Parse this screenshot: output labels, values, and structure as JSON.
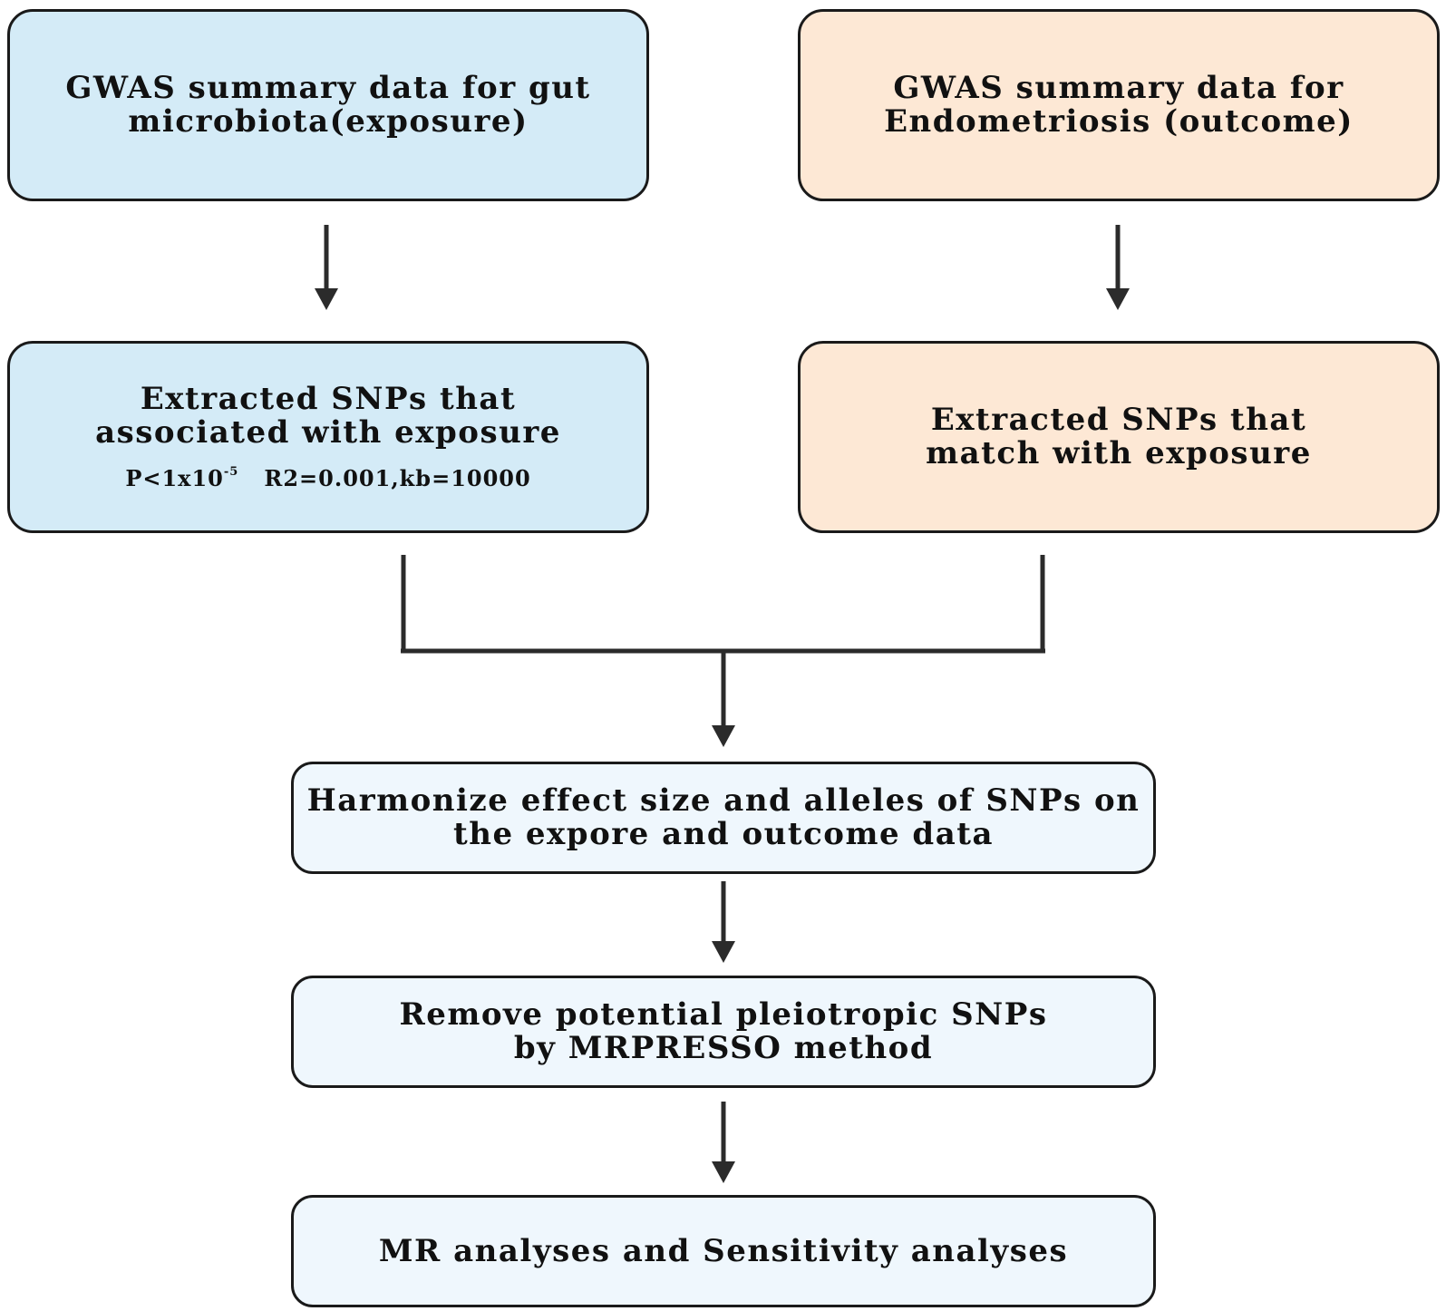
{
  "colors": {
    "exposure_fill": "#d4ebf7",
    "outcome_fill": "#fde8d5",
    "process_fill": "#eff7fd",
    "stroke": "#1a1a1a",
    "arrow": "#2b2b2b"
  },
  "exposure_gwas": {
    "line1": "GWAS summary data for gut",
    "line2": "microbiota(exposure)"
  },
  "outcome_gwas": {
    "line1": "GWAS summary data for",
    "line2": "Endometriosis (outcome)"
  },
  "exposure_snps": {
    "line1": "Extracted SNPs that",
    "line2": "associated with exposure",
    "threshold_prefix": "P<1x10",
    "threshold_exp": "-5",
    "clump_params": "R2=0.001,kb=10000"
  },
  "outcome_snps": {
    "line1": "Extracted SNPs that",
    "line2": "match  with exposure"
  },
  "harmonize": {
    "line1": "Harmonize effect size and alleles of SNPs on",
    "line2": "the expore and outcome data"
  },
  "mrpresso": {
    "line1": "Remove potential pleiotropic SNPs",
    "line2": "by MRPRESSO method"
  },
  "analyses": {
    "line1": "MR analyses and Sensitivity analyses"
  }
}
